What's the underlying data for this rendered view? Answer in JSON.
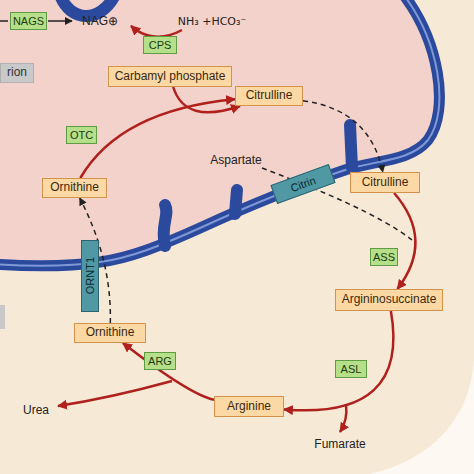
{
  "diagram": {
    "nodes": [
      {
        "text": [
          "NAGS"
        ]
      },
      {
        "text": [
          "CPS"
        ]
      },
      {
        "text": [
          "Carbamyl phosphate"
        ]
      },
      {
        "text": [
          "rion"
        ]
      },
      {
        "text": [
          "Citrulline"
        ]
      },
      {
        "text": [
          "OTC"
        ]
      },
      {
        "text": [
          "Citrin"
        ]
      },
      {
        "text": [
          "Citrulline"
        ]
      },
      {
        "text": [
          "Ornithine"
        ]
      },
      {
        "text": [
          "ASS"
        ]
      },
      {
        "text": [
          "ORNT1"
        ]
      },
      {
        "text": [
          "Argininosuccinate"
        ]
      },
      {
        "text": [
          "Ornithine"
        ]
      },
      {
        "text": [
          "ARG"
        ]
      },
      {
        "text": [
          "ASL"
        ]
      },
      {
        "text": [
          "Arginine"
        ]
      }
    ],
    "edges": [
      {
        "from": 2,
        "to": 4,
        "arrow": "to"
      },
      {
        "from": 8,
        "to": 4,
        "arrow": "to"
      },
      {
        "from": 4,
        "to": 7,
        "arrow": "to"
      },
      {
        "from": 7,
        "to": 11,
        "arrow": "to"
      },
      {
        "from": 11,
        "to": 15,
        "arrow": "to"
      },
      {
        "from": 15,
        "to": 12,
        "arrow": "to"
      },
      {
        "from": 12,
        "to": 8,
        "arrow": "to"
      }
    ],
    "labels": [
      "NAG⊕",
      "NH₃ +HCO₃⁻",
      "Aspartate",
      "Urea",
      "Fumarate"
    ]
  }
}
